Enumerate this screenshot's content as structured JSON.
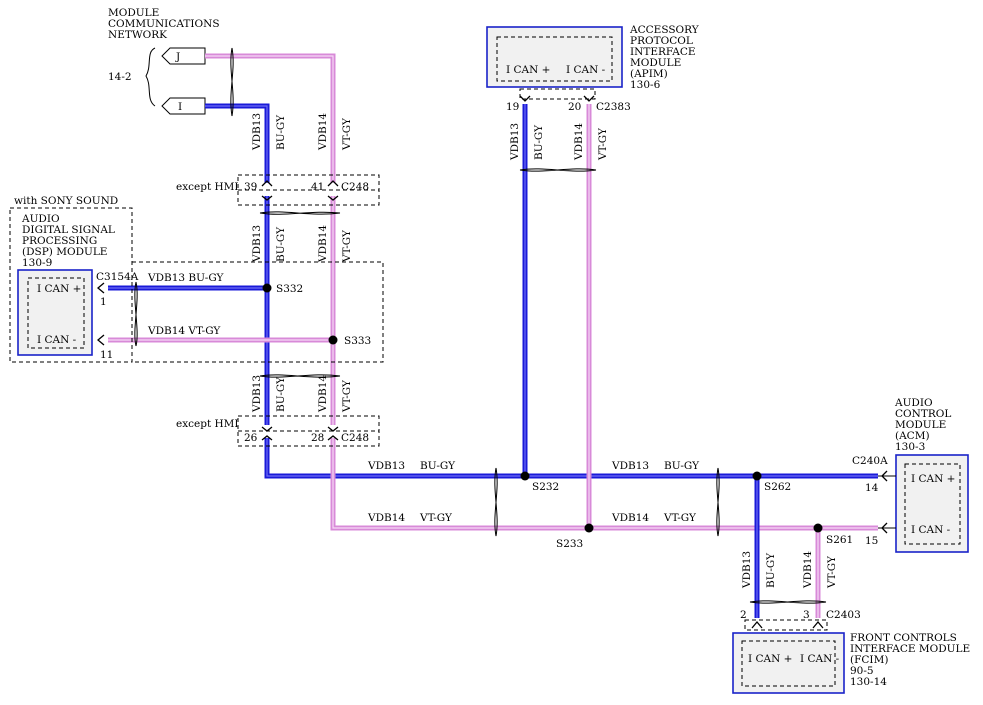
{
  "network": {
    "label_line1": "MODULE",
    "label_line2": "COMMUNICATIONS",
    "label_line3": "NETWORK",
    "ref": "14-2",
    "pin_j": "J",
    "pin_i": "I"
  },
  "wires": {
    "vdb13": "VDB13",
    "vdb14": "VDB14",
    "bu_gy": "BU-GY",
    "vt_gy": "VT-GY",
    "vdb13_bu": "VDB13 BU-GY",
    "vdb14_vt": "VDB14 VT-GY"
  },
  "c248": {
    "name": "C248",
    "except": "except HMI",
    "pin39": "39",
    "pin41": "41",
    "pin26": "26",
    "pin28": "28"
  },
  "dsp": {
    "option": "with SONY SOUND",
    "line1": "AUDIO",
    "line2": "DIGITAL SIGNAL",
    "line3": "PROCESSING",
    "line4": "(DSP) MODULE",
    "ref": "130-9",
    "connector": "C3154A",
    "pin1": "1",
    "pin11": "11",
    "can_plus": "I CAN +",
    "can_minus": "I CAN -"
  },
  "apim": {
    "line1": "ACCESSORY",
    "line2": "PROTOCOL",
    "line3": "INTERFACE",
    "line4": "MODULE",
    "line5": "(APIM)",
    "ref": "130-6",
    "connector": "C2383",
    "pin19": "19",
    "pin20": "20",
    "can_plus": "I CAN +",
    "can_minus": "I CAN -"
  },
  "acm": {
    "line1": "AUDIO",
    "line2": "CONTROL",
    "line3": "MODULE",
    "line4": "(ACM)",
    "ref": "130-3",
    "connector": "C240A",
    "pin14": "14",
    "pin15": "15",
    "can_plus": "I CAN +",
    "can_minus": "I CAN -"
  },
  "fcim": {
    "line1": "FRONT CONTROLS",
    "line2": "INTERFACE MODULE",
    "line3": "(FCIM)",
    "ref1": "90-5",
    "ref2": "130-14",
    "connector": "C2403",
    "pin2": "2",
    "pin3": "3",
    "can_plus": "I CAN +",
    "can_minus": "I CAN -"
  },
  "splices": {
    "s332": "S332",
    "s333": "S333",
    "s232": "S232",
    "s233": "S233",
    "s262": "S262",
    "s261": "S261"
  }
}
